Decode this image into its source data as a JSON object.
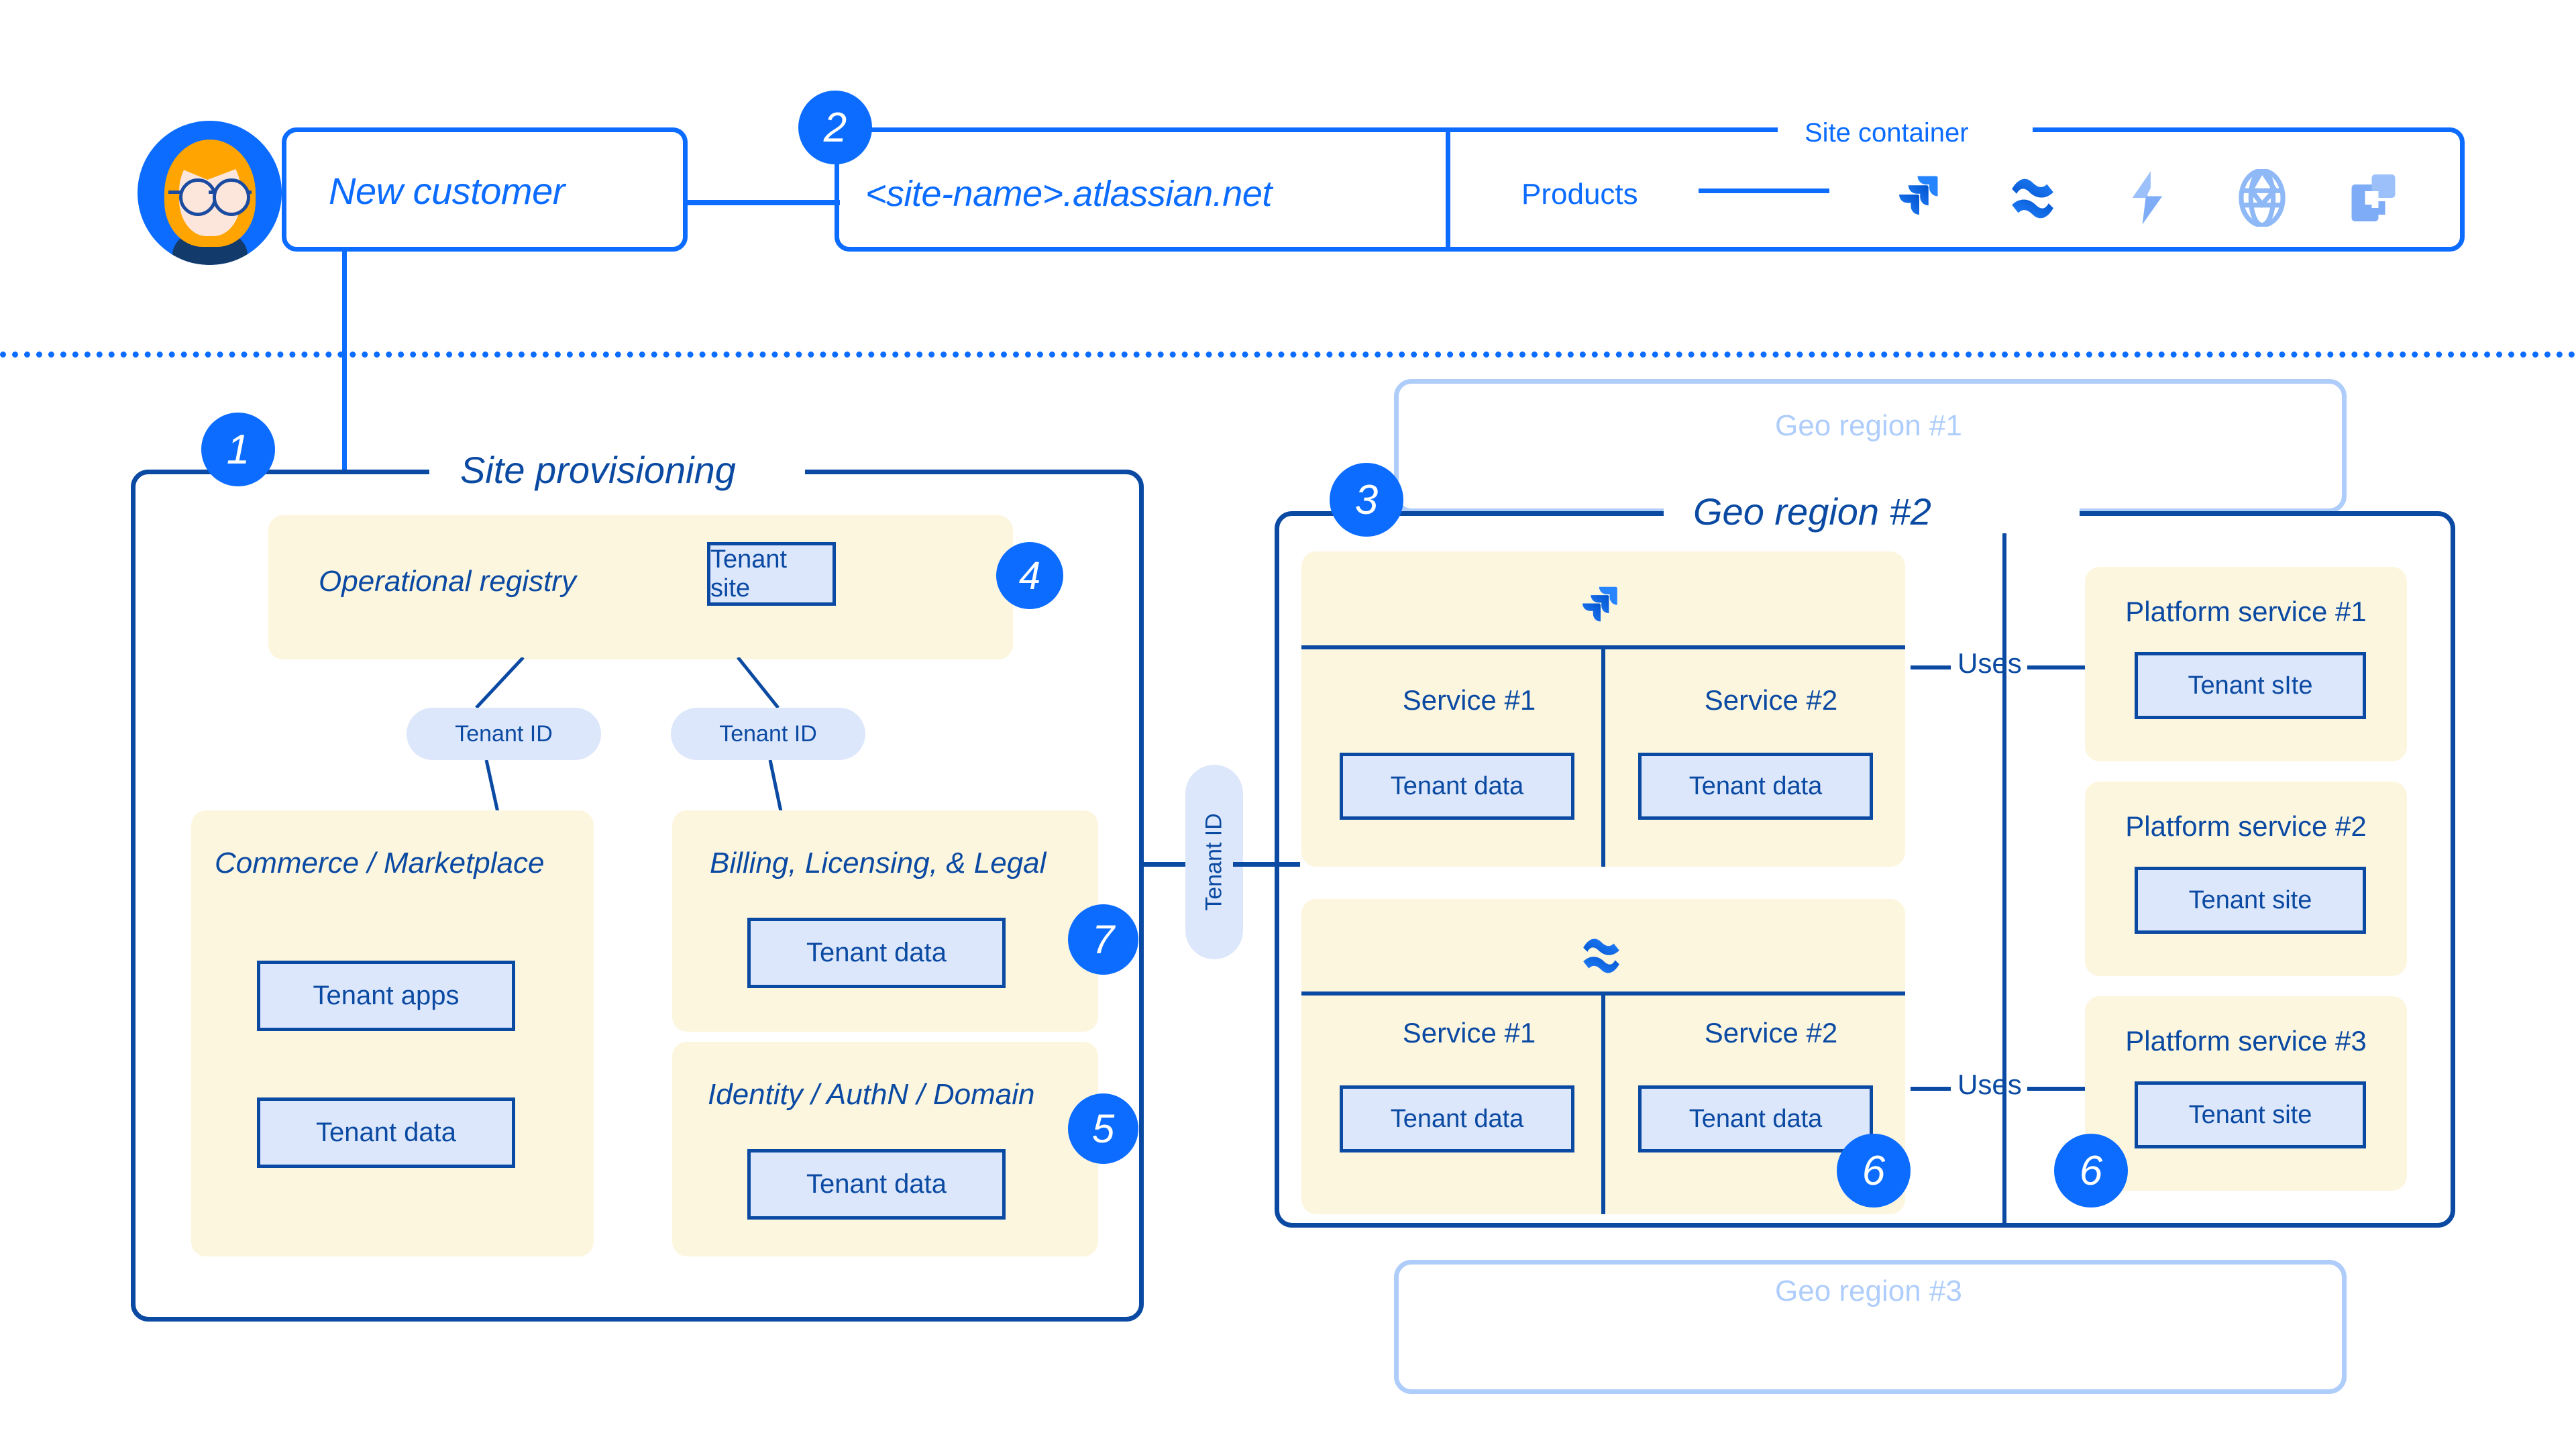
{
  "header": {
    "customer_label": "New customer",
    "site_name_label": "<site-name>.atlassian.net",
    "site_container_label": "Site container",
    "products_label": "Products",
    "product_icons": [
      {
        "name": "jira-icon",
        "label": "Jira"
      },
      {
        "name": "confluence-icon",
        "label": "Confluence"
      },
      {
        "name": "jira-service-management-icon",
        "label": "Jira Service Management"
      },
      {
        "name": "compass-icon",
        "label": "Compass"
      },
      {
        "name": "bitbucket-icon",
        "label": "Bitbucket"
      }
    ],
    "avatar_name": "customer-avatar"
  },
  "badges": {
    "one": "1",
    "two": "2",
    "three": "3",
    "four": "4",
    "five": "5",
    "six_a": "6",
    "six_b": "6",
    "seven": "7"
  },
  "provisioning": {
    "title": "Site provisioning",
    "operational_registry": {
      "title": "Operational registry",
      "tenant_site_label": "Tenant site"
    },
    "tenant_id_left": "Tenant ID",
    "tenant_id_right": "Tenant ID",
    "commerce": {
      "title": "Commerce / Marketplace",
      "tenant_apps_label": "Tenant apps",
      "tenant_data_label": "Tenant data"
    },
    "billing": {
      "title": "Billing, Licensing, & Legal",
      "tenant_data_label": "Tenant data"
    },
    "identity": {
      "title": "Identity / AuthN / Domain",
      "tenant_data_label": "Tenant data"
    }
  },
  "bridge": {
    "tenant_id_label": "Tenant ID"
  },
  "geo": {
    "region_one_label": "Geo region #1",
    "region_two_label": "Geo region #2",
    "region_three_label": "Geo region #3",
    "uses_label_top": "Uses",
    "uses_label_bottom": "Uses",
    "product_groups": [
      {
        "icon": "jira-icon",
        "services": [
          {
            "name": "Service #1",
            "data_label": "Tenant data"
          },
          {
            "name": "Service #2",
            "data_label": "Tenant data"
          }
        ]
      },
      {
        "icon": "confluence-icon",
        "services": [
          {
            "name": "Service #1",
            "data_label": "Tenant data"
          },
          {
            "name": "Service #2",
            "data_label": "Tenant data"
          }
        ]
      }
    ],
    "platform_services": [
      {
        "title": "Platform service #1",
        "box_label": "Tenant sIte"
      },
      {
        "title": "Platform service #2",
        "box_label": "Tenant site"
      },
      {
        "title": "Platform service #3",
        "box_label": "Tenant site"
      }
    ]
  },
  "colors": {
    "brand_blue": "#0B6CFF",
    "navy": "#0B4AA2",
    "cream": "#FDF6DF",
    "light_blue": "#DCE7FB",
    "ghost_blue": "#AECDFB"
  }
}
